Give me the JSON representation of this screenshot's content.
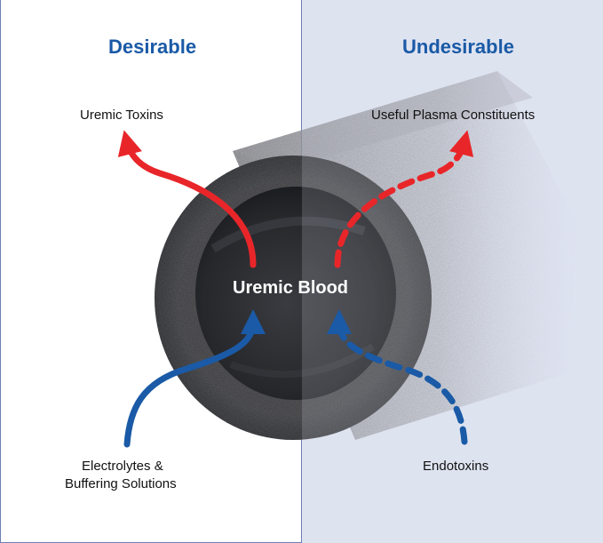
{
  "headings": {
    "desirable": "Desirable",
    "undesirable": "Undesirable"
  },
  "labels": {
    "uremic_toxins": "Uremic Toxins",
    "useful_plasma": "Useful Plasma Constituents",
    "electrolytes_line1": "Electrolytes &",
    "electrolytes_line2": "Buffering Solutions",
    "endotoxins": "Endotoxins"
  },
  "center": {
    "title": "Uremic Blood"
  },
  "colors": {
    "heading_blue": "#1a5aa6",
    "arrow_red": "#e8262a",
    "arrow_blue": "#1a5aa6",
    "right_panel": "#dfe3f1",
    "membrane": "#4a4a4c"
  }
}
